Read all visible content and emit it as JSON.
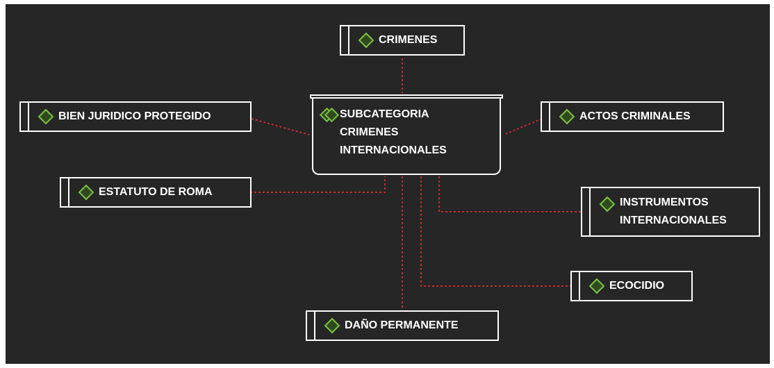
{
  "central_node": {
    "label": "SUBCATEGORIA CRIMENES INTERNACIONALES",
    "icon": "double-diamond-icon"
  },
  "nodes": [
    {
      "id": "crimenes",
      "label": "CRIMENES",
      "icon": "diamond-icon"
    },
    {
      "id": "bien-juridico",
      "label": "BIEN JURIDICO PROTEGIDO",
      "icon": "diamond-icon"
    },
    {
      "id": "actos-criminales",
      "label": "ACTOS CRIMINALES",
      "icon": "diamond-icon"
    },
    {
      "id": "estatuto-roma",
      "label": "ESTATUTO DE ROMA",
      "icon": "diamond-icon"
    },
    {
      "id": "instrumentos",
      "label": "INSTRUMENTOS INTERNACIONALES",
      "icon": "diamond-icon"
    },
    {
      "id": "ecocidio",
      "label": "ECOCIDIO",
      "icon": "diamond-icon"
    },
    {
      "id": "dano-permanente",
      "label": "DAÑO PERMANENTE",
      "icon": "diamond-icon"
    }
  ],
  "colors": {
    "background": "#262626",
    "border": "#ffffff",
    "connector": "#c0302b",
    "icon_stroke": "#7dc243",
    "icon_fill": "#2f4a1f"
  }
}
